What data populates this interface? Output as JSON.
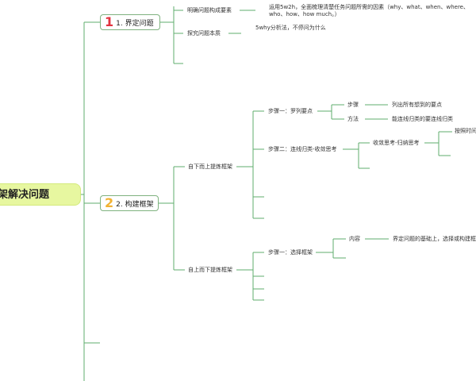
{
  "root": {
    "label": "架解决问题"
  },
  "branch1": {
    "number": "1",
    "number_color": "#e2333f",
    "label": "1. 界定问题",
    "children": [
      {
        "label": "明确问题构成要素",
        "note": "运用5w2h，全面梳理清楚任务问题所需的因素（why、what、when、where、who、how、how much。）"
      },
      {
        "label": "探究问题本质",
        "note": "5why分析法，不停问为什么"
      }
    ]
  },
  "branch2": {
    "number": "2",
    "number_color": "#f2b233",
    "label": "2. 构建框架",
    "bottom_up": {
      "label": "自下而上提炼框架",
      "step1": {
        "label": "步骤一：罗列要点",
        "items": [
          {
            "label": "步骤",
            "value": "列出所有想到的要点"
          },
          {
            "label": "方法",
            "value": "能连线归类的要连线归类"
          }
        ]
      },
      "step2": {
        "label": "步骤二：连线归类-收敛思考",
        "child": {
          "label": "收敛思考-归纳思考",
          "child": "按照时间"
        }
      }
    },
    "top_down": {
      "label": "自上而下提炼框架",
      "step1": {
        "label": "步骤一：选择框架",
        "child": {
          "label": "内容",
          "value": "界定问题的基础上，选择或构建框架"
        }
      }
    }
  },
  "colors": {
    "line": "#5fae6c",
    "root_bg": "#e7f7a0"
  }
}
